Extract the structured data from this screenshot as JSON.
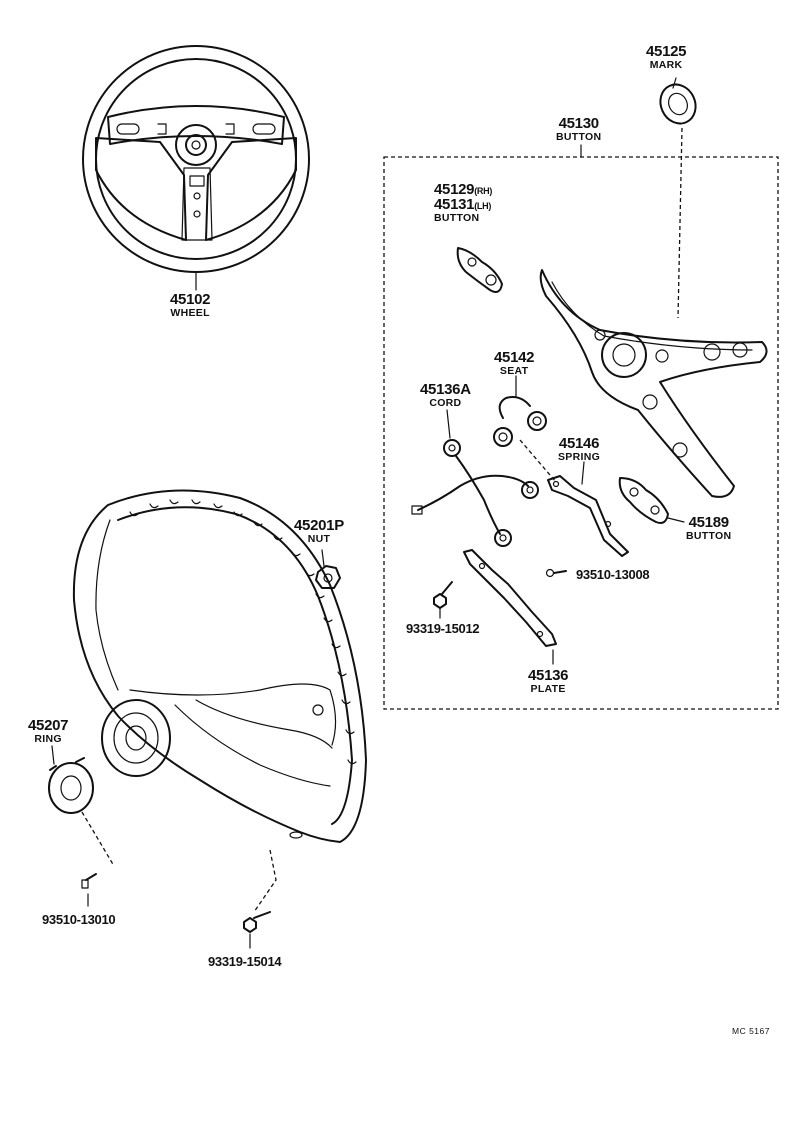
{
  "parts": {
    "p45125": {
      "number": "45125",
      "name": "MARK"
    },
    "p45130": {
      "number": "45130",
      "name": "BUTTON"
    },
    "p45129": {
      "number": "45129",
      "suffix": "(RH)"
    },
    "p45131": {
      "number": "45131",
      "suffix": "(LH)",
      "name": "BUTTON"
    },
    "p45102": {
      "number": "45102",
      "name": "WHEEL"
    },
    "p45142": {
      "number": "45142",
      "name": "SEAT"
    },
    "p45136a": {
      "number": "45136A",
      "name": "CORD"
    },
    "p45146": {
      "number": "45146",
      "name": "SPRING"
    },
    "p45201p": {
      "number": "45201P",
      "name": "NUT"
    },
    "p45189": {
      "number": "45189",
      "name": "BUTTON"
    },
    "p45136": {
      "number": "45136",
      "name": "PLATE"
    },
    "p45207": {
      "number": "45207",
      "name": "RING"
    }
  },
  "screws": {
    "s93510_13008": "93510-13008",
    "s93319_15012": "93319-15012",
    "s93510_13010": "93510-13010",
    "s93319_15014": "93319-15014"
  },
  "diagram_ref": "MC 5167"
}
